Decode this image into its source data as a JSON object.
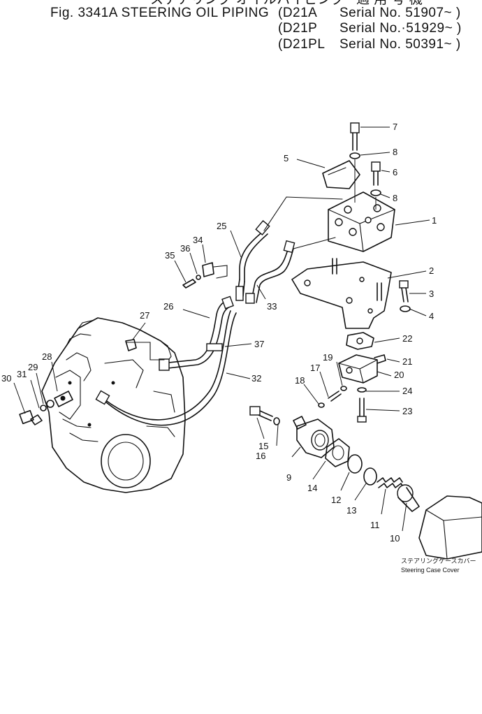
{
  "header": {
    "jp_title": "ステアリング オイルパイピング",
    "title": "Fig. 3341A  STEERING OIL PIPING",
    "jp_applicable": "適 用 号 機",
    "models": [
      {
        "model": "(D21A",
        "serial": "Serial No. 51907~ )"
      },
      {
        "model": "(D21P",
        "serial": "Serial No.·51929~ )"
      },
      {
        "model": "(D21PL",
        "serial": "Serial No. 50391~ )"
      }
    ]
  },
  "callouts": [
    "1",
    "2",
    "3",
    "4",
    "5",
    "6",
    "7",
    "8",
    "8",
    "9",
    "10",
    "11",
    "12",
    "13",
    "14",
    "15",
    "16",
    "17",
    "18",
    "19",
    "20",
    "21",
    "22",
    "23",
    "24",
    "25",
    "26",
    "27",
    "28",
    "29",
    "30",
    "31",
    "32",
    "33",
    "34",
    "35",
    "36",
    "37"
  ],
  "caption": {
    "jp": "ステアリングケースカバー",
    "en": "Steering Case Cover"
  }
}
